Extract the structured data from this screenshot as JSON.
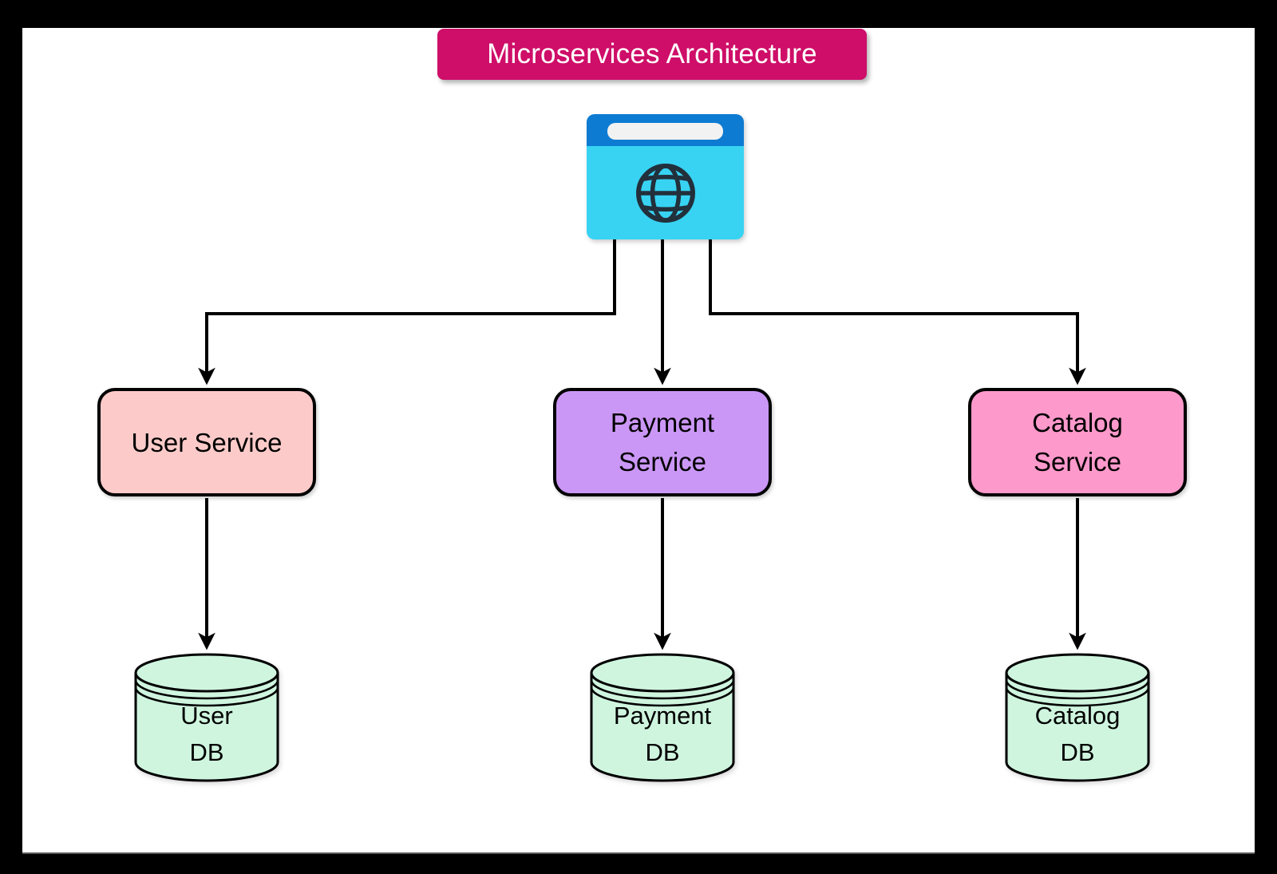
{
  "page": {
    "background_color": "#000000",
    "canvas_color": "#FFFFFF"
  },
  "title": {
    "text": "Microservices Architecture",
    "bg_color": "#CE0E68",
    "text_color": "#FFFFFF"
  },
  "gateway": {
    "icon": "browser-globe-icon",
    "header_color": "#0D7BD2",
    "body_color": "#38D3F2",
    "addressbar_color": "#F2F2F2",
    "globe_color": "#22303C"
  },
  "services": [
    {
      "name": "user-service",
      "lines": [
        "User Service"
      ],
      "fill_color": "#FCCBC9"
    },
    {
      "name": "payment-service",
      "lines": [
        "Payment",
        "Service"
      ],
      "fill_color": "#CB97F6"
    },
    {
      "name": "catalog-service",
      "lines": [
        "Catalog",
        "Service"
      ],
      "fill_color": "#FD99CB"
    }
  ],
  "databases": [
    {
      "name": "user-db",
      "lines": [
        "User",
        "DB"
      ],
      "fill_color": "#CFF5DF"
    },
    {
      "name": "payment-db",
      "lines": [
        "Payment",
        "DB"
      ],
      "fill_color": "#CFF5DF"
    },
    {
      "name": "catalog-db",
      "lines": [
        "Catalog",
        "DB"
      ],
      "fill_color": "#CFF5DF"
    }
  ],
  "edges": [
    {
      "from": "web-client",
      "to": "user-service"
    },
    {
      "from": "web-client",
      "to": "payment-service"
    },
    {
      "from": "web-client",
      "to": "catalog-service"
    },
    {
      "from": "user-service",
      "to": "user-db"
    },
    {
      "from": "payment-service",
      "to": "payment-db"
    },
    {
      "from": "catalog-service",
      "to": "catalog-db"
    }
  ],
  "edge_style": {
    "color": "#000000"
  }
}
